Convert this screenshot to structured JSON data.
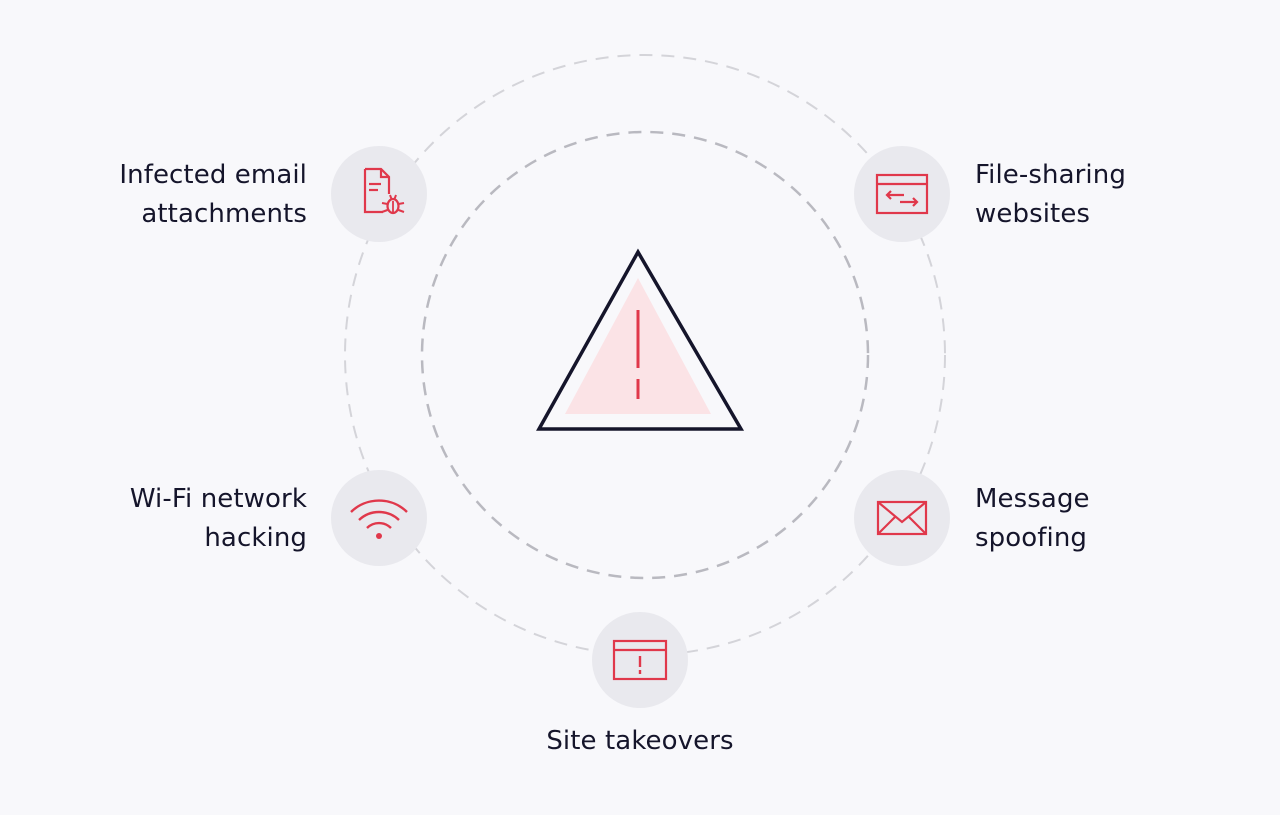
{
  "colors": {
    "background": "#f8f8fb",
    "accent": "#e0384b",
    "warning_fill": "#fbe3e6",
    "outline": "#15152b",
    "ring": "#c4c4ca",
    "node_bg": "#e9e9ee"
  },
  "center": {
    "icon": "warning-triangle-icon"
  },
  "nodes": {
    "infected": {
      "icon": "document-bug-icon",
      "line1": "Infected email",
      "line2": "attachments"
    },
    "filesharing": {
      "icon": "browser-transfer-icon",
      "line1": "File-sharing",
      "line2": "websites"
    },
    "wifi": {
      "icon": "wifi-icon",
      "line1": "Wi-Fi network",
      "line2": "hacking"
    },
    "message": {
      "icon": "envelope-icon",
      "line1": "Message",
      "line2": "spoofing"
    },
    "site": {
      "icon": "browser-alert-icon",
      "line1": "Site takeovers"
    }
  }
}
